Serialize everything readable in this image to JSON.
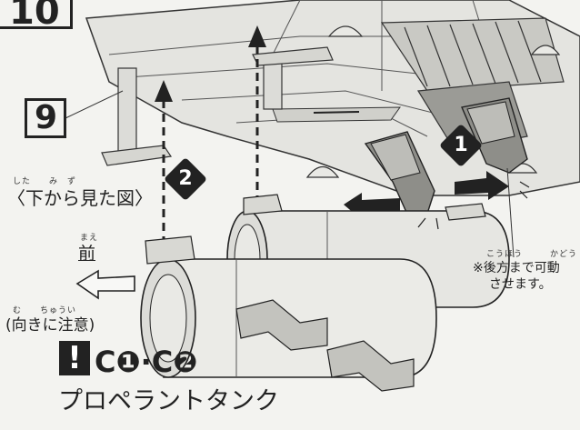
{
  "step": {
    "number": "10"
  },
  "substep": {
    "number": "9"
  },
  "badges": {
    "one": "1",
    "two": "2"
  },
  "view_label": {
    "ruby": "した　　み　ず",
    "text": "〈下から見た図〉"
  },
  "front_label": {
    "ruby": "まえ",
    "text": "前"
  },
  "orientation_note": {
    "ruby": "む　　ちゅうい",
    "text": "(向きに注意)"
  },
  "movable_note": {
    "ruby": "こうほう　　　かどう",
    "line1": "※後方まで可動",
    "line2": "させます。"
  },
  "warning_mark": "!",
  "parts": {
    "code": "C❶·C❷",
    "name": "プロペラントタンク"
  }
}
